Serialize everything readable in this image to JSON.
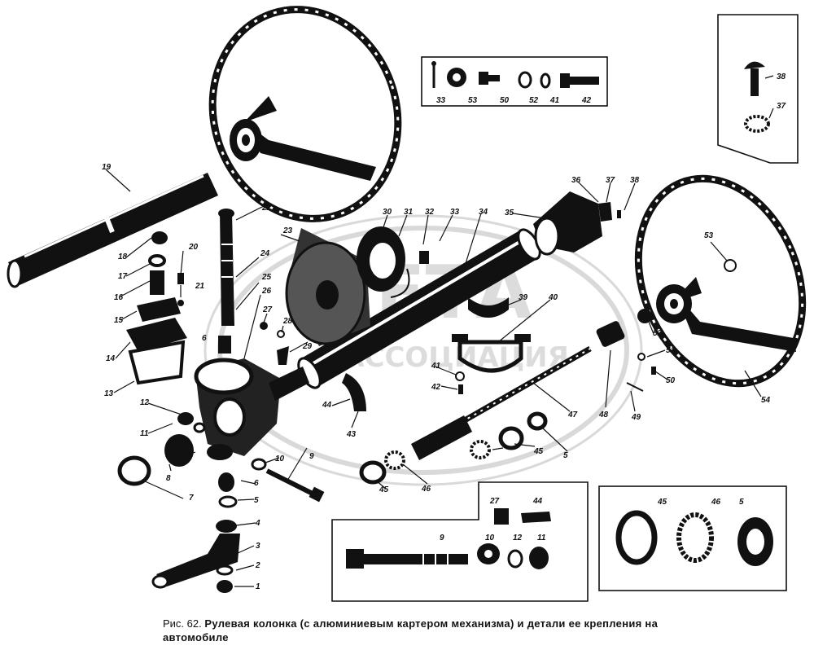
{
  "figure": {
    "caption_lead": "Рис. 62.",
    "caption_body": "Рулевая колонка (с алюминиевым картером механизма) и детали ее крепления на",
    "caption_tail": "автомобиле"
  },
  "watermark": {
    "line1": "ЛЕТА",
    "line2": "АССОЦИАЦИЯ"
  },
  "callouts": {
    "c1": "1",
    "c2": "2",
    "c3": "3",
    "c4": "4",
    "c5": "5",
    "c6": "6",
    "c7": "7",
    "c8": "8",
    "c9": "9",
    "c10": "10",
    "c11": "11",
    "c12": "12",
    "c13": "13",
    "c14": "14",
    "c15": "15",
    "c16": "16",
    "c17": "17",
    "c18": "18",
    "c19": "19",
    "c20": "20",
    "c21": "21",
    "c22": "22",
    "c23": "23",
    "c24": "24",
    "c25": "25",
    "c26": "26",
    "c27": "27",
    "c28": "28",
    "c29": "29",
    "c30": "30",
    "c31": "31",
    "c32": "32",
    "c33": "33",
    "c34": "34",
    "c35": "35",
    "c36": "36",
    "c37": "37",
    "c38": "38",
    "c39": "39",
    "c40": "40",
    "c41": "41",
    "c42": "42",
    "c43": "43",
    "c44": "44",
    "c45": "45",
    "c46": "46",
    "c47": "47",
    "c48": "48",
    "c49": "49",
    "c50": "50",
    "c51": "51",
    "c52": "52",
    "c53": "53",
    "c54": "54"
  },
  "insets": {
    "top_fasteners": [
      "33",
      "53",
      "50",
      "52",
      "41",
      "42"
    ],
    "top_right": [
      "38",
      "37"
    ],
    "bottom_bolt": [
      "9",
      "10",
      "27",
      "44",
      "12",
      "11"
    ],
    "bottom_bearing": [
      "45",
      "46",
      "5"
    ]
  }
}
